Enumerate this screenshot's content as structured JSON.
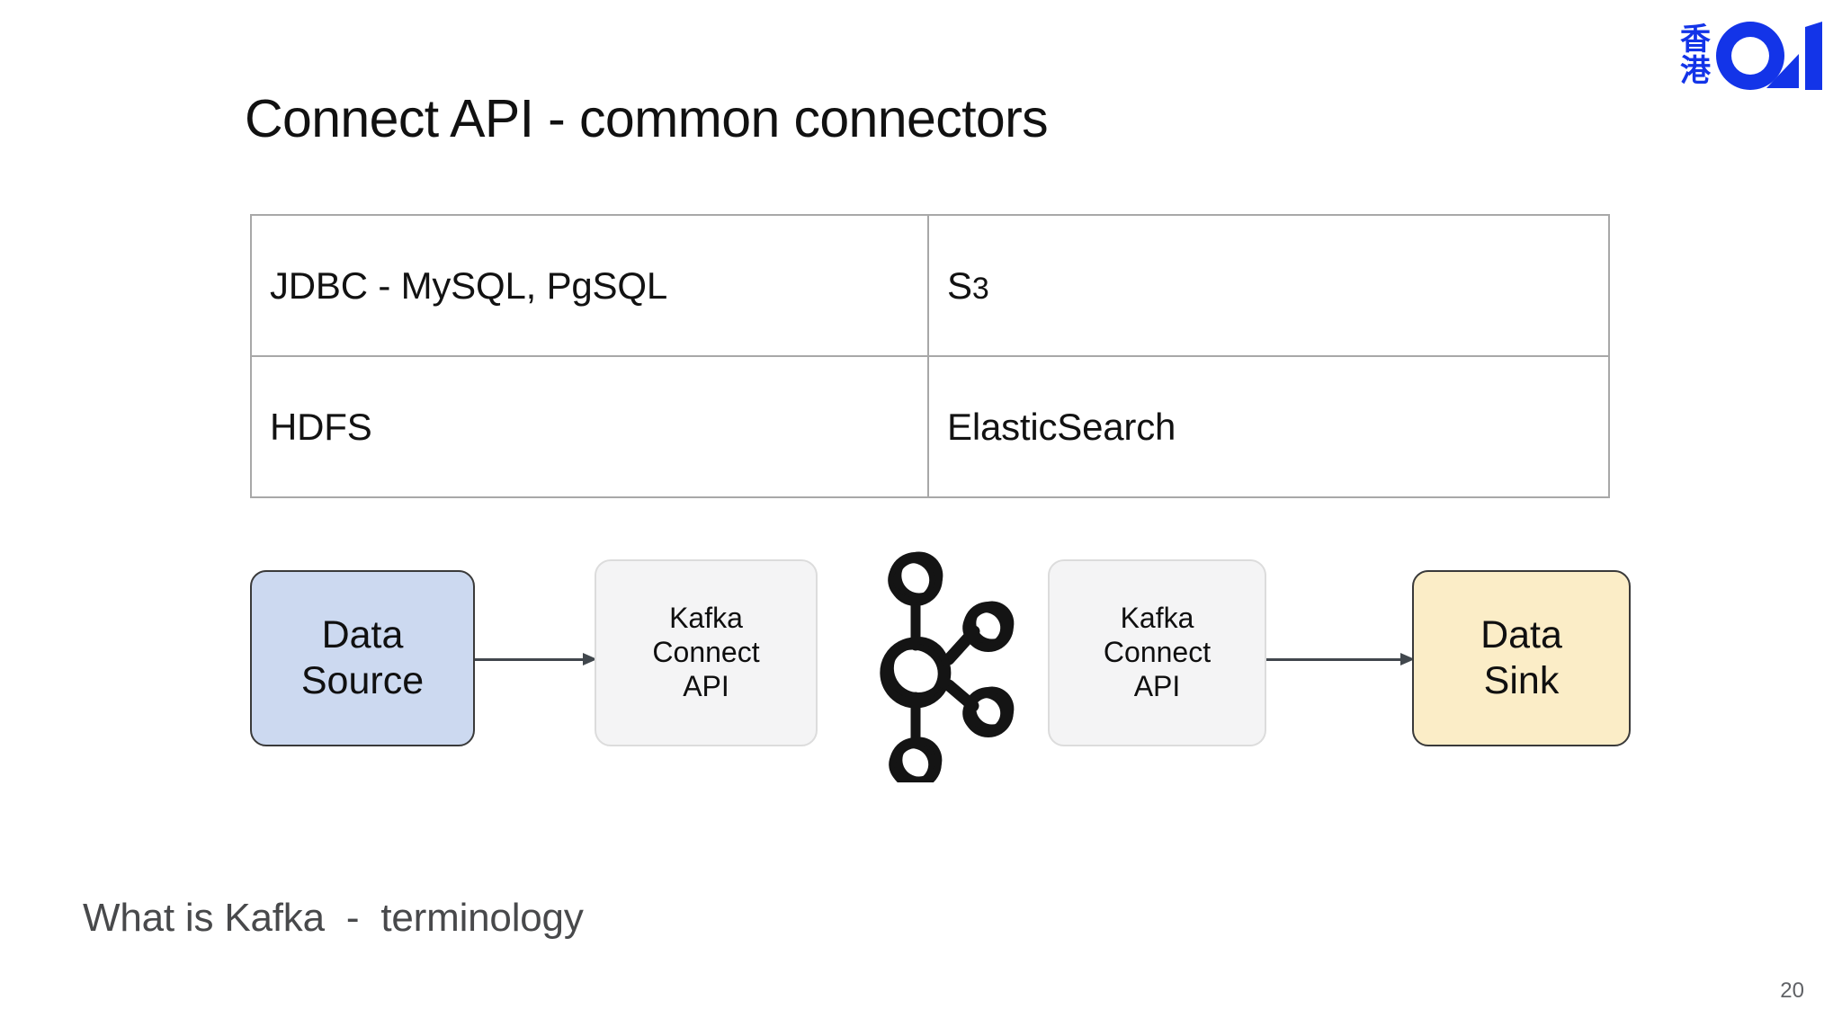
{
  "slide": {
    "title": "Connect API - common connectors",
    "page_number": "20",
    "footer_note": "What is Kafka  -  terminology",
    "background_color": "#ffffff"
  },
  "logo": {
    "name": "hk01-logo",
    "cjk_line1": "香",
    "cjk_line2": "港",
    "wordmark": "01",
    "color": "#1334e8"
  },
  "connectors_table": {
    "columns": [
      "source-connectors",
      "sink-connectors"
    ],
    "rows": [
      {
        "left": "JDBC - MySQL, PgSQL",
        "right_prefix": "S",
        "right_digit": "3",
        "right": "S3"
      },
      {
        "left": "HDFS",
        "right_prefix": "ElasticSearch",
        "right_digit": "",
        "right": "ElasticSearch"
      }
    ],
    "border_color": "#a8a8a8"
  },
  "flow_diagram": {
    "nodes": [
      {
        "id": "data-source",
        "label": "Data\nSource",
        "line1": "Data",
        "line2": "Source",
        "line3": "",
        "fill": "#ccd9f0",
        "stroke": "#3a3a3a"
      },
      {
        "id": "kafka-connect-api-source",
        "label": "Kafka Connect API",
        "line1": "Kafka",
        "line2": "Connect",
        "line3": "API",
        "fill": "#f4f4f5",
        "stroke": "#dcdcdc"
      },
      {
        "id": "kafka-cluster",
        "label": "Kafka",
        "line1": "",
        "line2": "",
        "line3": "",
        "fill": "#000000",
        "stroke": "#000000"
      },
      {
        "id": "kafka-connect-api-sink",
        "label": "Kafka Connect API",
        "line1": "Kafka",
        "line2": "Connect",
        "line3": "API",
        "fill": "#f4f4f5",
        "stroke": "#dcdcdc"
      },
      {
        "id": "data-sink",
        "label": "Data\nSink",
        "line1": "Data",
        "line2": "Sink",
        "line3": "",
        "fill": "#fbedc7",
        "stroke": "#3a3a3a"
      }
    ],
    "arrows": [
      {
        "from": "data-source",
        "to": "kafka-connect-api-source"
      },
      {
        "from": "kafka-connect-api-sink",
        "to": "data-sink"
      }
    ],
    "arrow_color": "#41474d"
  }
}
